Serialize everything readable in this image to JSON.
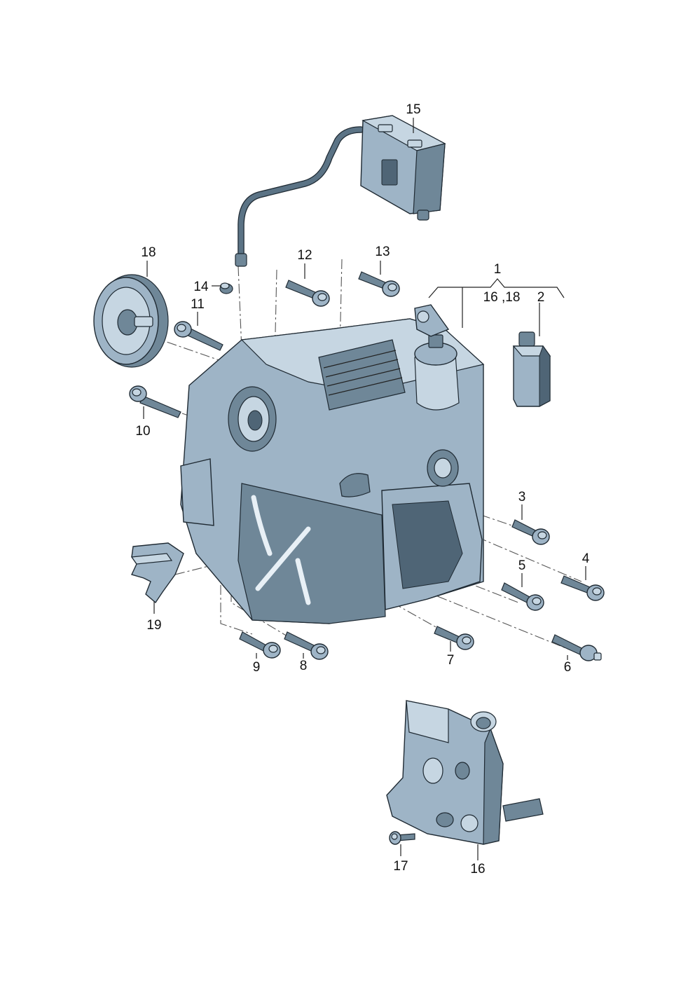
{
  "callouts": {
    "c1": "1",
    "c2": "2",
    "c3": "3",
    "c4": "4",
    "c5": "5",
    "c6": "6",
    "c7": "7",
    "c8": "8",
    "c9": "9",
    "c10": "10",
    "c11": "11",
    "c12": "12",
    "c13": "13",
    "c14": "14",
    "c15": "15",
    "c16": "16",
    "c16_18": "16 ,18",
    "c17": "17",
    "c18": "18",
    "c19": "19"
  },
  "colors": {
    "part_body": "#9eb4c6",
    "part_dark": "#6f8798",
    "outline": "#1f2a33",
    "background": "#ffffff"
  }
}
